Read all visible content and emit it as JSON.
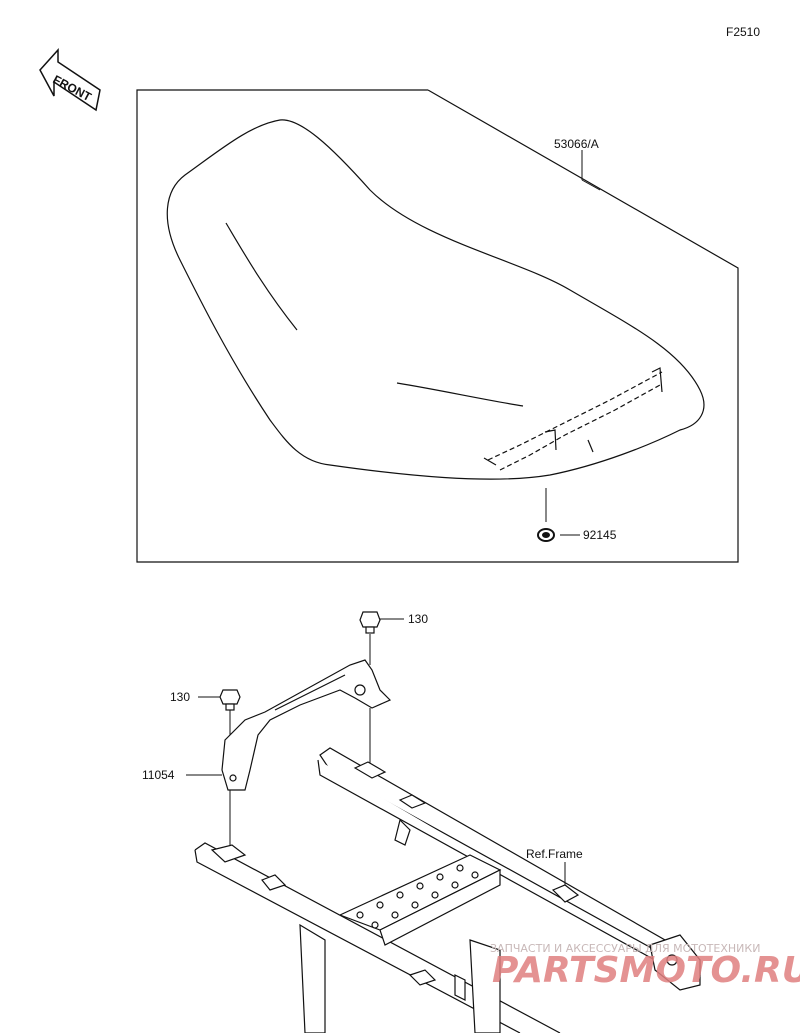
{
  "figure_code": "F2510",
  "front_arrow_label": "FRONT",
  "callouts": {
    "seat": "53066/A",
    "clip": "92145",
    "bolt_top": "130",
    "bolt_left": "130",
    "bracket": "11054",
    "frame": "Ref.Frame"
  },
  "watermark": {
    "tagline": "ЗАПЧАСТИ И АКСЕССУАРЫ ДЛЯ МОТОТЕХНИКИ",
    "logo": "PARTSMOTO.RU"
  },
  "colors": {
    "line": "#111111",
    "watermark": "#e08080"
  }
}
